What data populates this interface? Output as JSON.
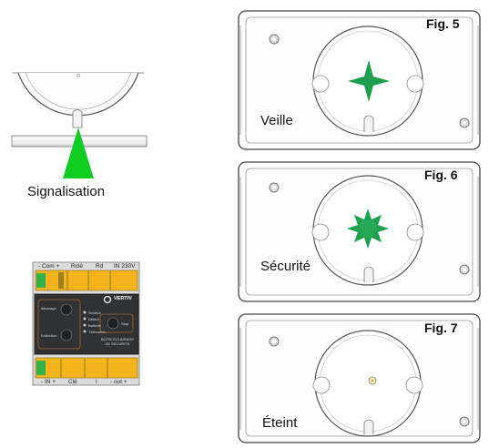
{
  "left": {
    "signal_label": "Signalisation",
    "module": {
      "top_terminals": [
        "- Com +",
        "Rclé",
        "Rd",
        "IN 230V"
      ],
      "bottom_terminals": [
        "- IN +",
        "Clé",
        "I",
        "- out +"
      ],
      "brand": "VERTIV",
      "left_button_top": "Allumage",
      "left_button_bottom": "Extinction",
      "right_button": "Stop",
      "leds": [
        "Secteur",
        "Défaut",
        "Batterie",
        "Télécomm."
      ],
      "product_text": "BOITE ECLAIRAGE DE SECURITE"
    }
  },
  "figures": [
    {
      "label": "Fig. 5",
      "state": "Veille",
      "indicator": "green-cross-star-icon"
    },
    {
      "label": "Fig. 6",
      "state": "Sécurité",
      "indicator": "green-burst-icon"
    },
    {
      "label": "Fig. 7",
      "state": "Éteint",
      "indicator": "off-led-icon"
    }
  ],
  "colors": {
    "indicator_green": "#1e9e4f",
    "arrow_green": "#11cc22",
    "terminal_yellow": "#f2b31c"
  }
}
